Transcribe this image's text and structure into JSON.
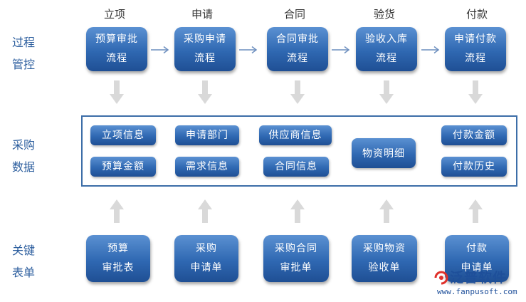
{
  "stages": [
    "立项",
    "申请",
    "合同",
    "验货",
    "付款"
  ],
  "row_labels": {
    "process": [
      "过程",
      "管控"
    ],
    "data": [
      "采购",
      "数据"
    ],
    "forms": [
      "关键",
      "表单"
    ]
  },
  "process_boxes": [
    [
      "预算审批",
      "流程"
    ],
    [
      "采购申请",
      "流程"
    ],
    [
      "合同审批",
      "流程"
    ],
    [
      "验收入库",
      "流程"
    ],
    [
      "申请付款",
      "流程"
    ]
  ],
  "data_items": {
    "col1": [
      "立项信息",
      "预算金额"
    ],
    "col2": [
      "申请部门",
      "需求信息"
    ],
    "col3": [
      "供应商信息",
      "合同信息"
    ],
    "col4": "物资明细",
    "col5": [
      "付款金额",
      "付款历史"
    ]
  },
  "form_boxes": [
    [
      "预算",
      "审批表"
    ],
    [
      "采购",
      "申请单"
    ],
    [
      "采购合同",
      "审批单"
    ],
    [
      "采购物资",
      "验收单"
    ],
    [
      "付款",
      "申请单"
    ]
  ],
  "watermark": {
    "brand": "泛普软件",
    "url": "www.fanpusoft.com"
  },
  "colors": {
    "box_blue": "#2f68b2",
    "border_blue": "#3d6ea8",
    "label_blue": "#2c5e9e",
    "arrow_gray": "#d9d9d9"
  }
}
